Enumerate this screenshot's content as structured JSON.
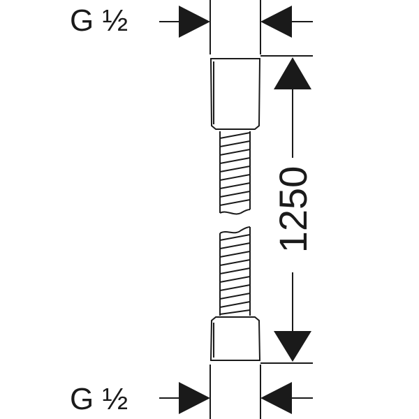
{
  "top_connection": {
    "thread": "G ½"
  },
  "bottom_connection": {
    "thread": "G ½"
  },
  "hose_length": {
    "value": "1250"
  },
  "colors": {
    "line": "#1a1a1a",
    "background": "#ffffff"
  }
}
